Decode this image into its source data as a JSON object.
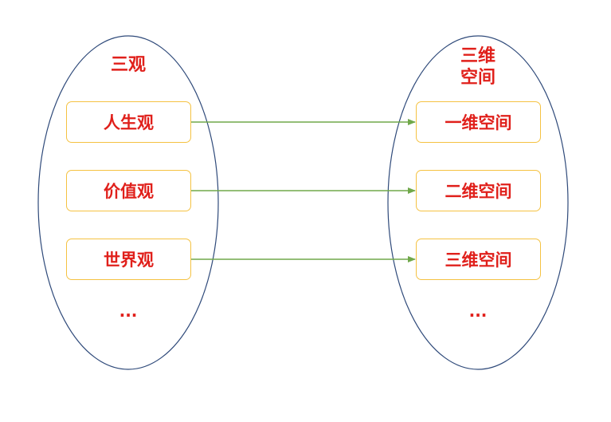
{
  "colors": {
    "ellipse_stroke": "#2f4a7a",
    "box_border": "#f5c242",
    "text": "#e0201b",
    "arrow": "#70a84a"
  },
  "left_set": {
    "title": "三观",
    "items": [
      "人生观",
      "价值观",
      "世界观"
    ],
    "ellipsis": "..."
  },
  "right_set": {
    "title_line1": "三维",
    "title_line2": "空间",
    "items": [
      "一维空间",
      "二维空间",
      "三维空间"
    ],
    "ellipsis": "..."
  }
}
